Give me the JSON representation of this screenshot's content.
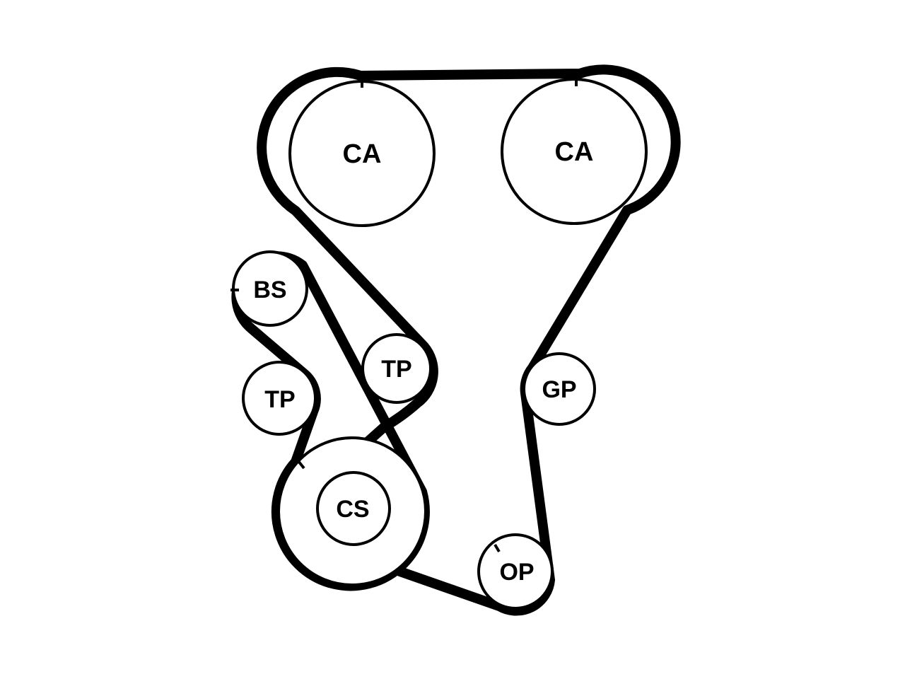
{
  "pulleys": {
    "camshaft_left": {
      "label": "CA"
    },
    "camshaft_right": {
      "label": "CA"
    },
    "balance_shaft": {
      "label": "BS"
    },
    "tensioner_upper": {
      "label": "TP"
    },
    "tensioner_lower": {
      "label": "TP"
    },
    "guide_pulley": {
      "label": "GP"
    },
    "crankshaft": {
      "label": "CS"
    },
    "oil_pump": {
      "label": "OP"
    }
  },
  "colors": {
    "belt": "#000000",
    "pulley_fill": "#ffffff",
    "background": "#ffffff"
  }
}
